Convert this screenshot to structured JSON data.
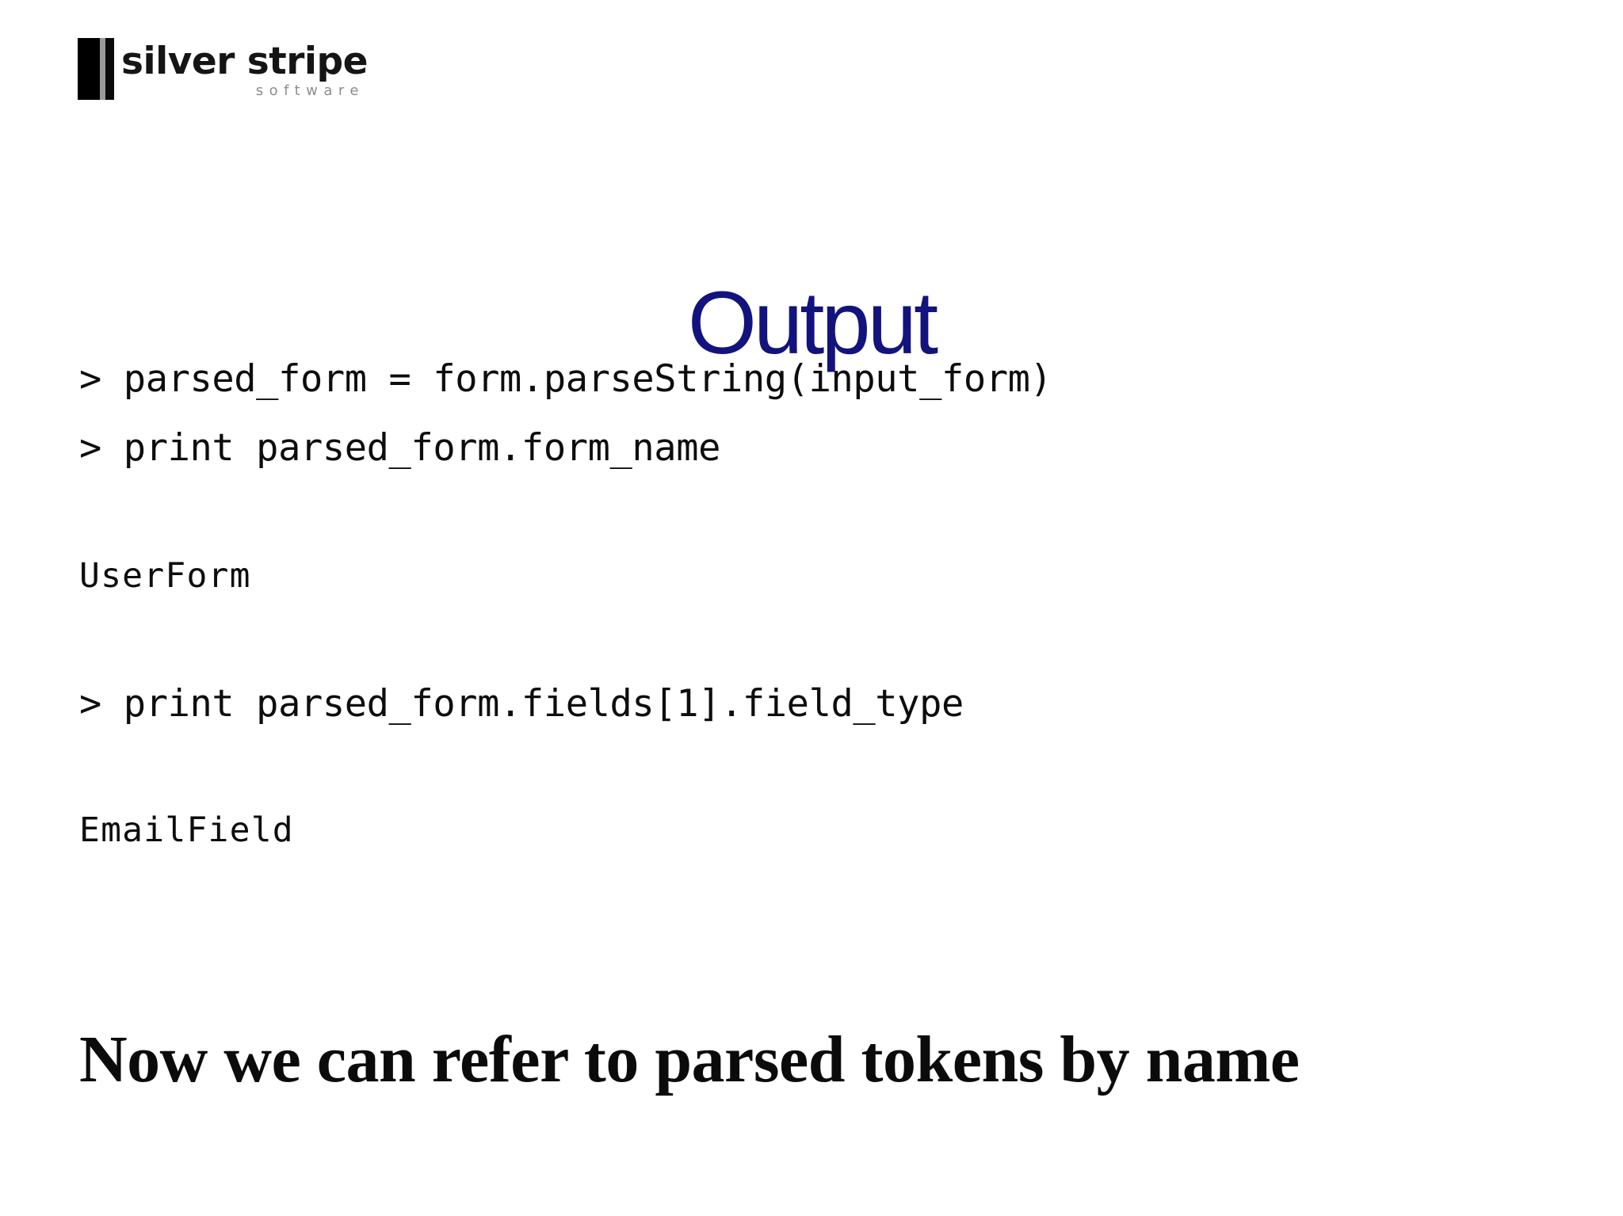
{
  "slide": {
    "title": "Output",
    "title_color": "#13137d",
    "background_color": "#ffffff",
    "text_color": "#0d0d0d"
  },
  "logo": {
    "name": "silver stripe",
    "subtitle": "software",
    "bar_color": "#000000",
    "accent_color": "#9a9a9a",
    "subtitle_color": "#8d8d8d"
  },
  "body": {
    "lines": [
      {
        "type": "code",
        "text": "> parsed_form = form.parseString(input_form)"
      },
      {
        "type": "code",
        "text": "> print parsed_form.form_name"
      },
      {
        "type": "blank",
        "text": ""
      },
      {
        "type": "output",
        "text": "UserForm"
      },
      {
        "type": "blank",
        "text": ""
      },
      {
        "type": "code",
        "text": "> print parsed_form.fields[1].field_type"
      },
      {
        "type": "blank",
        "text": ""
      },
      {
        "type": "output",
        "text": "EmailField"
      }
    ]
  },
  "closing": {
    "text": "Now we can refer to parsed tokens by name"
  }
}
